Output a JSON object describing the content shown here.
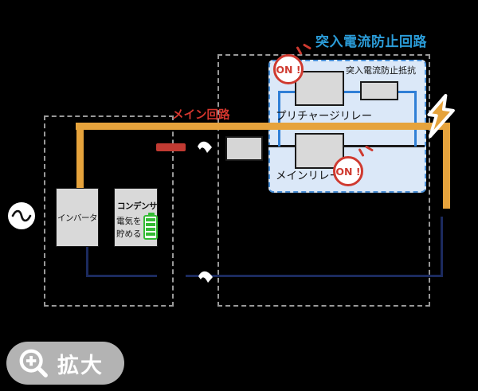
{
  "colors": {
    "background": "#000000",
    "orange_path": "#E6A33C",
    "accent_red": "#CF3A30",
    "title_blue": "#2B9CD8",
    "box_blue_border": "#4A90D8",
    "box_blue_fill": "#DBE8F8",
    "wire_blue": "#2F7FD6",
    "wire_navy": "#1B2A5E",
    "component_gray": "#D9D9D9",
    "dashed_gray": "#999999",
    "battery_green": "#33BB33",
    "button_gray": "#B3B3B3"
  },
  "diagram": {
    "title": "突入電流防止回路",
    "main_circuit_label": "メイン回路",
    "resistor_label": "突入電流防止抵抗",
    "precharge_relay_label": "プリチャージリレー",
    "main_relay_label": "メインリレー",
    "inverter_label": "インバータ",
    "capacitor_label": "コンデンサ",
    "capacitor_note_line1": "電気を",
    "capacitor_note_line2": "貯める",
    "precharge_on_badge": "ON !",
    "main_on_badge": "ON !"
  },
  "controls": {
    "zoom_button_label": "拡大"
  }
}
